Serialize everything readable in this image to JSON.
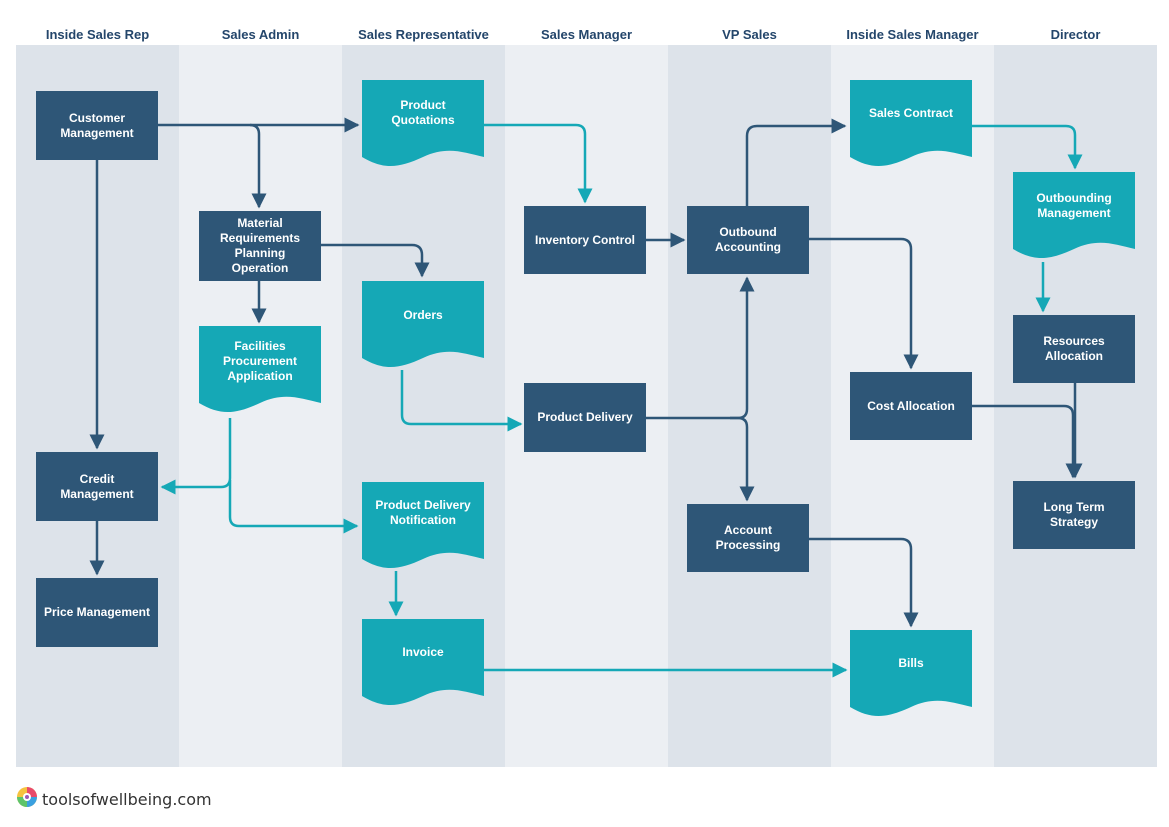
{
  "lanes": [
    {
      "title": "Inside Sales Rep"
    },
    {
      "title": "Sales Admin"
    },
    {
      "title": "Sales Representative"
    },
    {
      "title": "Sales Manager"
    },
    {
      "title": "VP Sales"
    },
    {
      "title": "Inside Sales Manager"
    },
    {
      "title": "Director"
    }
  ],
  "nodes": {
    "customer_management": "Customer Management",
    "credit_management": "Credit Management",
    "price_management": "Price Management",
    "material_requirements": "Material Requirements Planning Operation",
    "facilities_procurement": "Facilities Procurement Application",
    "product_quotations": "Product Quotations",
    "orders": "Orders",
    "product_delivery_notification": "Product Delivery Notification",
    "invoice": "Invoice",
    "inventory_control": "Inventory Control",
    "product_delivery": "Product Delivery",
    "outbound_accounting": "Outbound Accounting",
    "account_processing": "Account Processing",
    "sales_contract": "Sales Contract",
    "cost_allocation": "Cost Allocation",
    "bills": "Bills",
    "outbounding_management": "Outbounding Management",
    "resources_allocation": "Resources Allocation",
    "long_term_strategy": "Long Term Strategy"
  },
  "footer": {
    "brand": "toolsofwellbeing.com",
    "logo_icon": "rainbow-swirl-icon"
  },
  "colors": {
    "process": "#2e5677",
    "document": "#15a8b6",
    "lane_dark": "#dde3ea",
    "lane_light": "#eceff3",
    "header_text": "#24466b",
    "arrow_dark": "#2e5677",
    "arrow_teal": "#15a8b6"
  }
}
